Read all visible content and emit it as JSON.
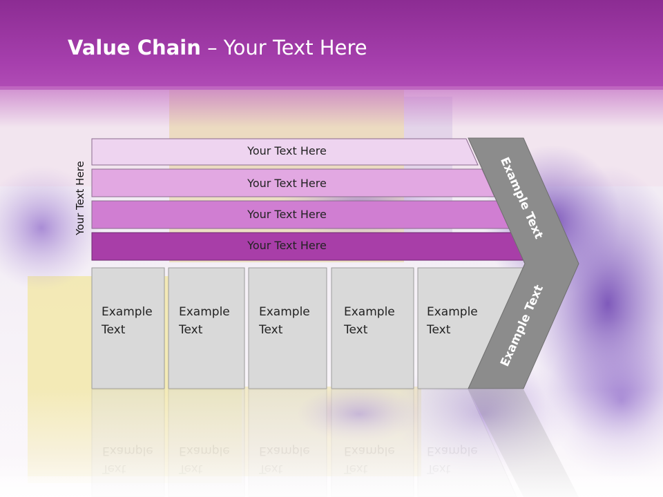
{
  "slide": {
    "title_bold": "Value Chain",
    "title_rest": " – Your Text Here",
    "side_label": "Your Text Here",
    "bars": [
      {
        "text": "Your Text Here",
        "color": "#eed4f0"
      },
      {
        "text": "Your Text Here",
        "color": "#e2a8e2"
      },
      {
        "text": "Your Text Here",
        "color": "#d07ed2"
      },
      {
        "text": "Your Text Here",
        "color": "#a83ea8"
      }
    ],
    "cells": [
      {
        "line1": "Example",
        "line2": "Text"
      },
      {
        "line1": "Example",
        "line2": "Text"
      },
      {
        "line1": "Example",
        "line2": "Text"
      },
      {
        "line1": "Example",
        "line2": "Text"
      },
      {
        "line1": "Example",
        "line2": "Text"
      }
    ],
    "chevron_top_text": "Example Text",
    "chevron_bottom_text": "Example Text",
    "colors": {
      "title_band": "#a63fad",
      "chevron": "#8c8c8c",
      "cell_fill": "#d9d9d9",
      "cell_border": "#9a9a9a"
    }
  }
}
